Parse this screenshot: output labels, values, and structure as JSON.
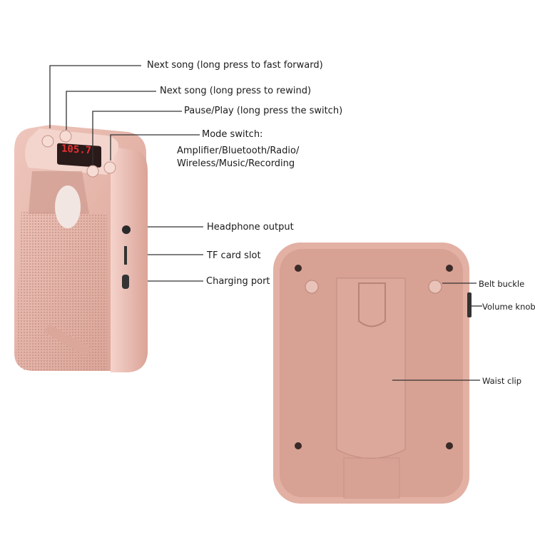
{
  "front_view": {
    "display_readout": "105.7",
    "callouts": {
      "next_song_ff": "Next song (long press to fast forward)",
      "next_song_rw": "Next song (long press to rewind)",
      "pause_play": "Pause/Play (long press the switch)",
      "mode_switch": "Mode switch:",
      "mode_list_1": "Amplifier/Bluetooth/Radio/",
      "mode_list_2": "Wireless/Music/Recording",
      "headphone": "Headphone output",
      "tf_slot": "TF card slot",
      "charging": "Charging port"
    }
  },
  "back_view": {
    "callouts": {
      "belt_buckle": "Belt buckle",
      "volume_knob": "Volume knob",
      "waist_clip": "Waist clip"
    }
  },
  "colors": {
    "body": "#e6b3a8",
    "body_dark": "#c98f84",
    "display": "#d42020",
    "line": "#333333"
  }
}
